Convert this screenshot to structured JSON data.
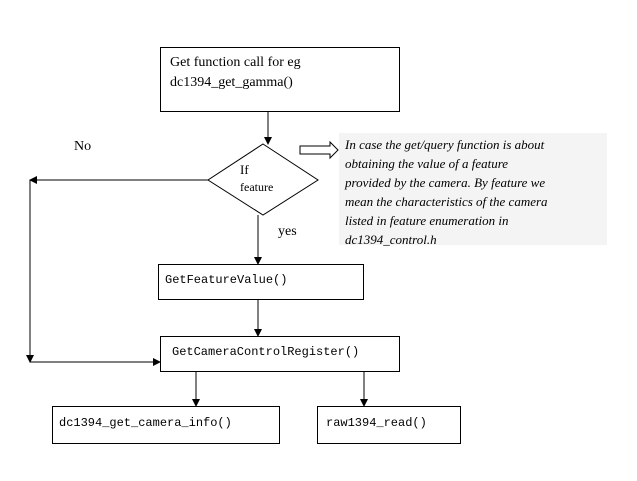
{
  "start_box": {
    "line1": "Get function call for eg",
    "line2": "dc1394_get_gamma()"
  },
  "decision": {
    "line1": "If",
    "line2": "feature"
  },
  "labels": {
    "no": "No",
    "yes": "yes"
  },
  "note": {
    "lines": [
      "In case the get/query function is about",
      "obtaining the value of a feature",
      "provided by the camera. By feature we",
      "mean the characteristics of the camera",
      "listed in feature enumeration in",
      "dc1394_control.h"
    ]
  },
  "steps": {
    "get_feature_value": "GetFeatureValue()",
    "get_camera_control_register": "GetCameraControlRegister()",
    "get_camera_info": "dc1394_get_camera_info()",
    "raw_read": "raw1394_read()"
  }
}
